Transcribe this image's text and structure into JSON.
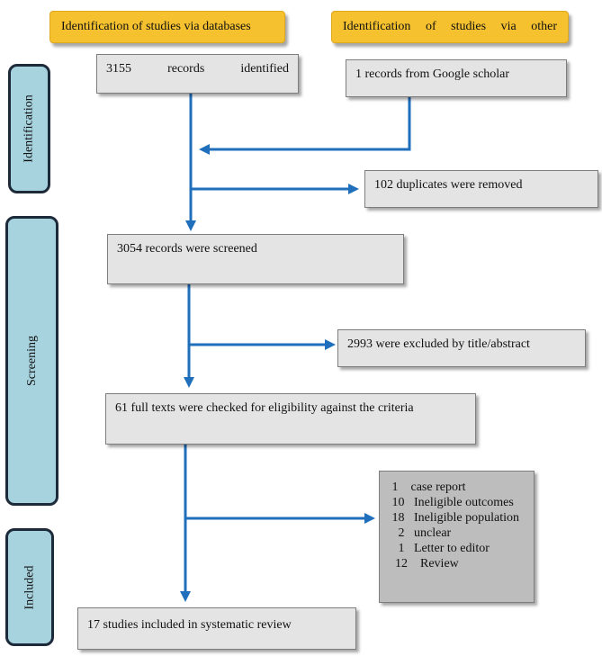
{
  "headers": {
    "databases": "Identification of studies via databases",
    "other_words": [
      "Identification",
      "of",
      "studies",
      "via",
      "other"
    ]
  },
  "stages": {
    "identification": "Identification",
    "screening": "Screening",
    "included": "Included"
  },
  "boxes": {
    "records_identified": [
      "3155",
      "records",
      "identified"
    ],
    "google_scholar": "1 records from Google scholar",
    "duplicates": "102 duplicates were removed",
    "screened": "3054 records were screened",
    "excluded_title": "2993 were excluded by title/abstract",
    "full_texts": "61 full texts were checked for eligibility against the criteria",
    "exclusions": [
      " 1    case report",
      " 10   Ineligible outcomes",
      " 18   Ineligible population",
      "   2   unclear",
      "   1   Letter to editor",
      "  12    Review"
    ],
    "included": "17 studies included in systematic review"
  },
  "colors": {
    "header": "#f5c12e",
    "stage": "#a7d3df",
    "arrow": "#1f6fbd",
    "box": "#e4e4e4",
    "box_dark": "#bdbdbd"
  }
}
